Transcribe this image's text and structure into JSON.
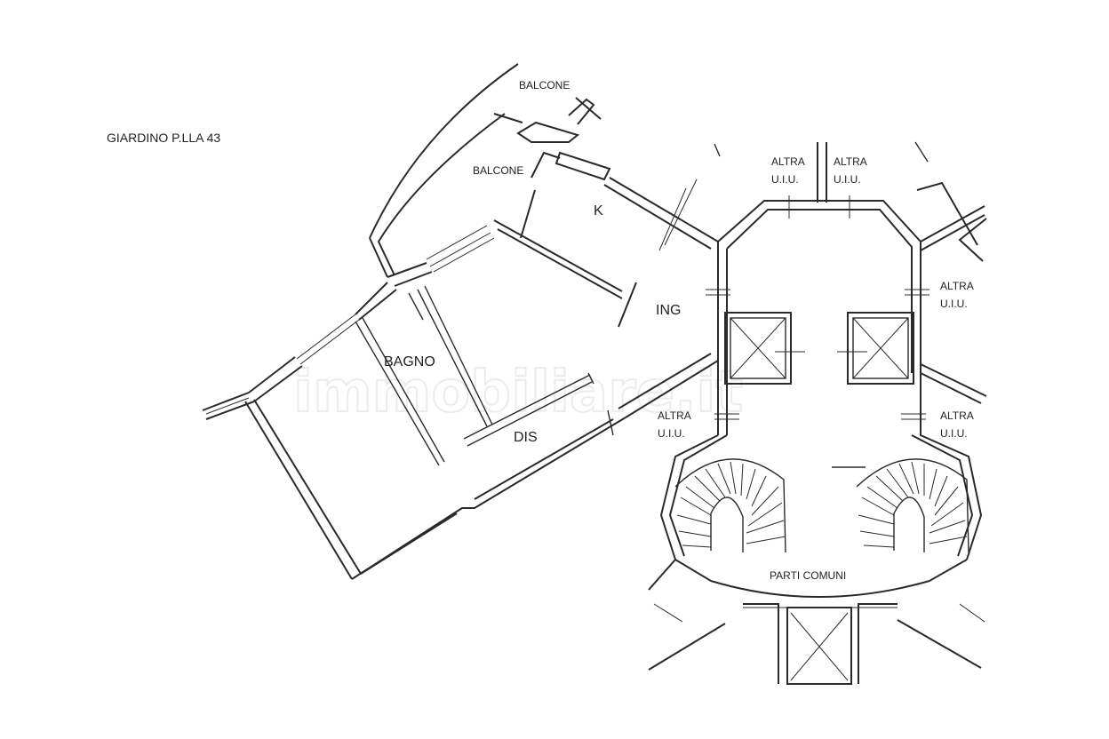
{
  "labels": {
    "garden": "GIARDINO P.LLA 43",
    "balcone_top": "BALCONE",
    "balcone_mid": "BALCONE",
    "kitchen": "K",
    "entrance": "ING",
    "bathroom": "BAGNO",
    "corridor": "DIS",
    "altra_1": "ALTRA",
    "uiu_1": "U.I.U.",
    "altra_2": "ALTRA",
    "uiu_2": "U.I.U.",
    "altra_3": "ALTRA",
    "uiu_3": "U.I.U.",
    "altra_4": "ALTRA",
    "uiu_4": "U.I.U.",
    "altra_5": "ALTRA",
    "uiu_5": "U.I.U.",
    "common": "PARTI COMUNI"
  },
  "watermark": "immobiliare.it",
  "colors": {
    "line": "#2a2a2a",
    "background": "#ffffff",
    "watermark": "#ececec"
  }
}
